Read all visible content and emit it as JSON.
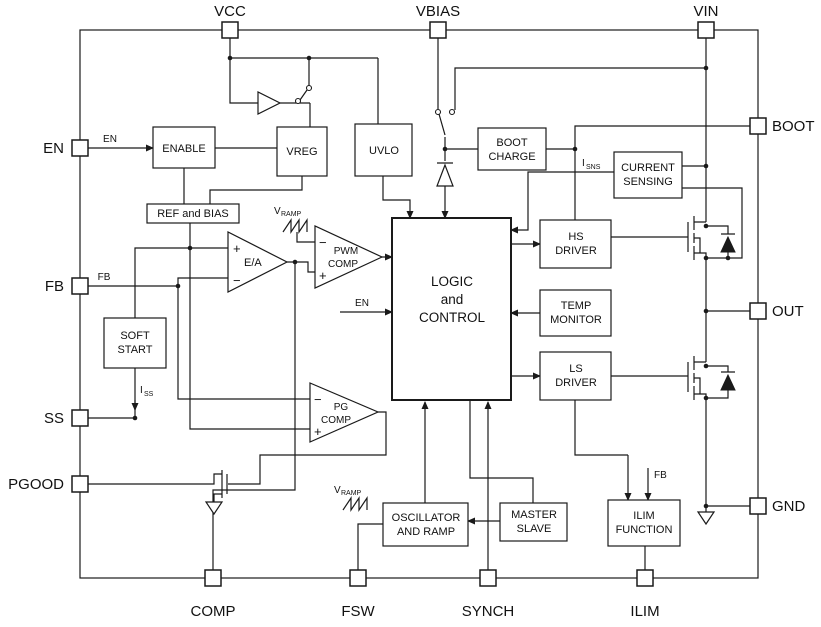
{
  "colors": {
    "line": "#1a1a1a",
    "background": "#ffffff"
  },
  "pins": {
    "vcc": "VCC",
    "vbias": "VBIAS",
    "vin": "VIN",
    "en": "EN",
    "fb": "FB",
    "ss": "SS",
    "pgood": "PGOOD",
    "boot": "BOOT",
    "out": "OUT",
    "gnd": "GND",
    "comp": "COMP",
    "fsw": "FSW",
    "synch": "SYNCH",
    "ilim": "ILIM"
  },
  "blocks": {
    "enable": "ENABLE",
    "vreg": "VREG",
    "uvlo": "UVLO",
    "boot_charge": {
      "l1": "BOOT",
      "l2": "CHARGE"
    },
    "current_sensing": {
      "l1": "CURRENT",
      "l2": "SENSING"
    },
    "ref_bias": "REF and BIAS",
    "soft_start": {
      "l1": "SOFT",
      "l2": "START"
    },
    "logic": {
      "l1": "LOGIC",
      "l2": "and",
      "l3": "CONTROL"
    },
    "hs_driver": {
      "l1": "HS",
      "l2": "DRIVER"
    },
    "temp_monitor": {
      "l1": "TEMP",
      "l2": "MONITOR"
    },
    "ls_driver": {
      "l1": "LS",
      "l2": "DRIVER"
    },
    "oscillator": {
      "l1": "OSCILLATOR",
      "l2": "AND RAMP"
    },
    "master_slave": {
      "l1": "MASTER",
      "l2": "SLAVE"
    },
    "ilim_function": {
      "l1": "ILIM",
      "l2": "FUNCTION"
    }
  },
  "amps": {
    "ea": "E/A",
    "pwm": {
      "l1": "PWM",
      "l2": "COMP"
    },
    "pg": {
      "l1": "PG",
      "l2": "COMP"
    },
    "plus": "+",
    "minus": "−"
  },
  "signals": {
    "en_input": "EN",
    "en_logic": "EN",
    "fb_input": "FB",
    "fb_ilim": "FB",
    "vramp_v": "V",
    "vramp_sub": "RAMP",
    "iss_i": "I",
    "iss_sub": "SS",
    "isns_i": "I",
    "isns_sub": "SNS"
  }
}
